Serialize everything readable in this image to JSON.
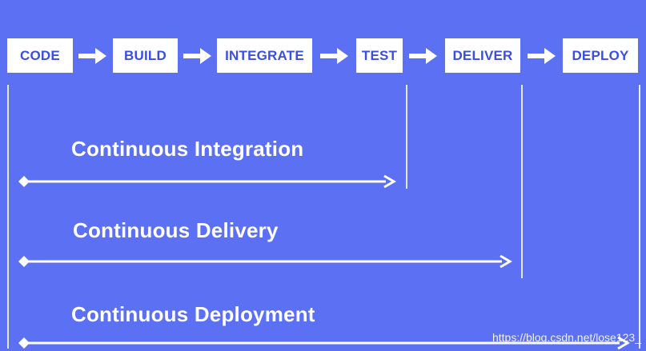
{
  "stages": [
    {
      "label": "CODE"
    },
    {
      "label": "BUILD"
    },
    {
      "label": "INTEGRATE"
    },
    {
      "label": "TEST"
    },
    {
      "label": "DELIVER"
    },
    {
      "label": "DEPLOY"
    }
  ],
  "spans": [
    {
      "label": "Continuous Integration",
      "from_stage": "CODE",
      "to_stage": "TEST"
    },
    {
      "label": "Continuous Delivery",
      "from_stage": "CODE",
      "to_stage": "DELIVER"
    },
    {
      "label": "Continuous Deployment",
      "from_stage": "CODE",
      "to_stage": "DEPLOY"
    }
  ],
  "watermark": "https://blog.csdn.net/lose123_",
  "colors": {
    "background": "#5b70f2",
    "box_fill": "#ffffff",
    "box_text": "#3b4ee0",
    "arrow": "#ffffff"
  }
}
